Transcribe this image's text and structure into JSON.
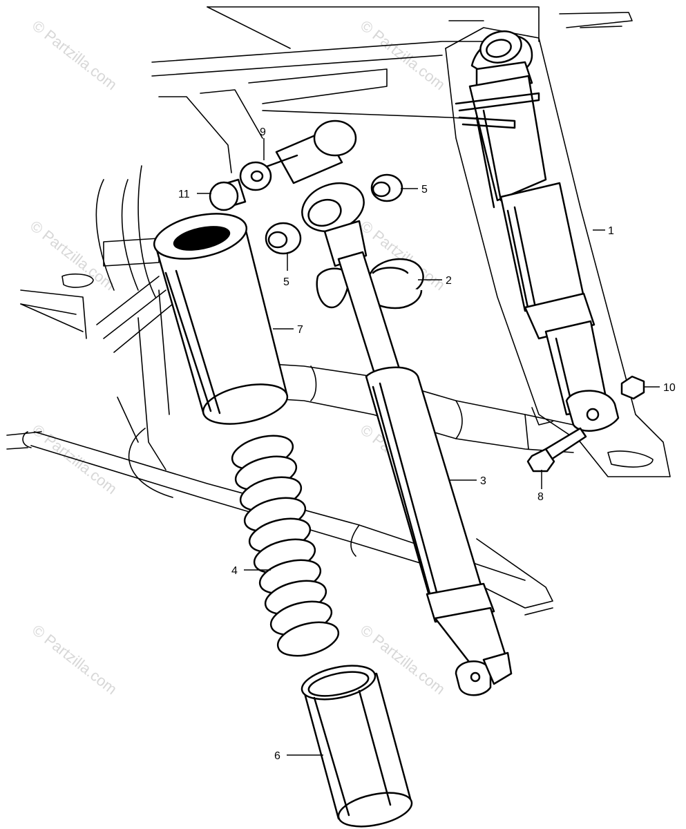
{
  "callouts": [
    {
      "id": "1",
      "text": "1"
    },
    {
      "id": "2",
      "text": "2"
    },
    {
      "id": "3",
      "text": "3"
    },
    {
      "id": "4",
      "text": "4"
    },
    {
      "id": "5a",
      "text": "5"
    },
    {
      "id": "5b",
      "text": "5"
    },
    {
      "id": "6",
      "text": "6"
    },
    {
      "id": "7",
      "text": "7"
    },
    {
      "id": "8",
      "text": "8"
    },
    {
      "id": "9",
      "text": "9"
    },
    {
      "id": "10",
      "text": "10"
    },
    {
      "id": "11",
      "text": "11"
    }
  ],
  "watermark": "© Partzilla.com",
  "colors": {
    "line": "#000000",
    "background": "#ffffff",
    "watermark": "#bdbdbd"
  }
}
